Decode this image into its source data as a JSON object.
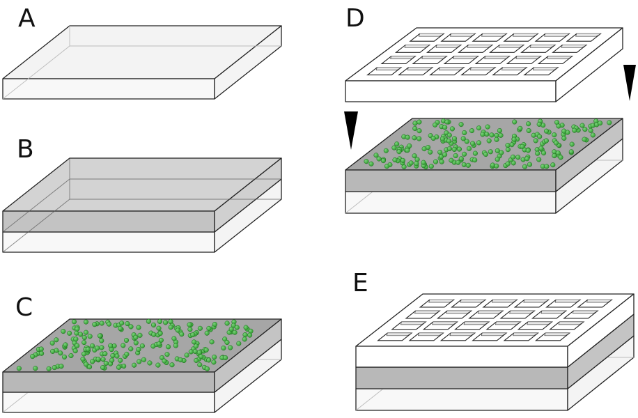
{
  "panels": [
    {
      "id": "A",
      "label": "A",
      "layers": [
        "clear"
      ]
    },
    {
      "id": "B",
      "label": "B",
      "layers": [
        "clear",
        "gray"
      ]
    },
    {
      "id": "C",
      "label": "C",
      "layers": [
        "clear",
        "gray"
      ],
      "cells": true
    },
    {
      "id": "D",
      "label": "D",
      "layers": [
        "clear",
        "gray"
      ],
      "cells": true,
      "grid_above": true,
      "arrows": 2
    },
    {
      "id": "E",
      "label": "E",
      "layers": [
        "clear",
        "gray",
        "grid"
      ]
    }
  ],
  "colors": {
    "clear_face": "#f7f7f7",
    "clear_top": "#f2f2f2",
    "gray_face": "#b8b8b8",
    "gray_top": "#a6a6a6",
    "grid_face": "#ffffff",
    "cell_green": "#2e9a2e",
    "cell_highlight": "#7ed47e",
    "outline": "#222222",
    "arrow": "#000000"
  },
  "icons": [
    "down-arrow-icon"
  ]
}
